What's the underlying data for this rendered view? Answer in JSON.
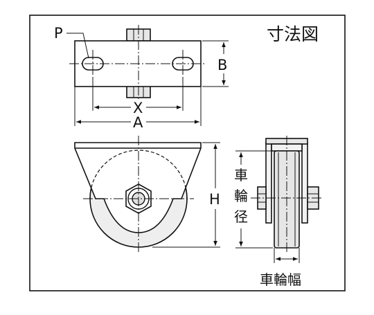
{
  "title": "寸法図",
  "labels": {
    "p": "P",
    "b": "B",
    "x": "X",
    "a": "A",
    "h": "H",
    "wheel_diameter": [
      "車",
      "輪",
      "径"
    ],
    "wheel_width": "車輪幅"
  }
}
